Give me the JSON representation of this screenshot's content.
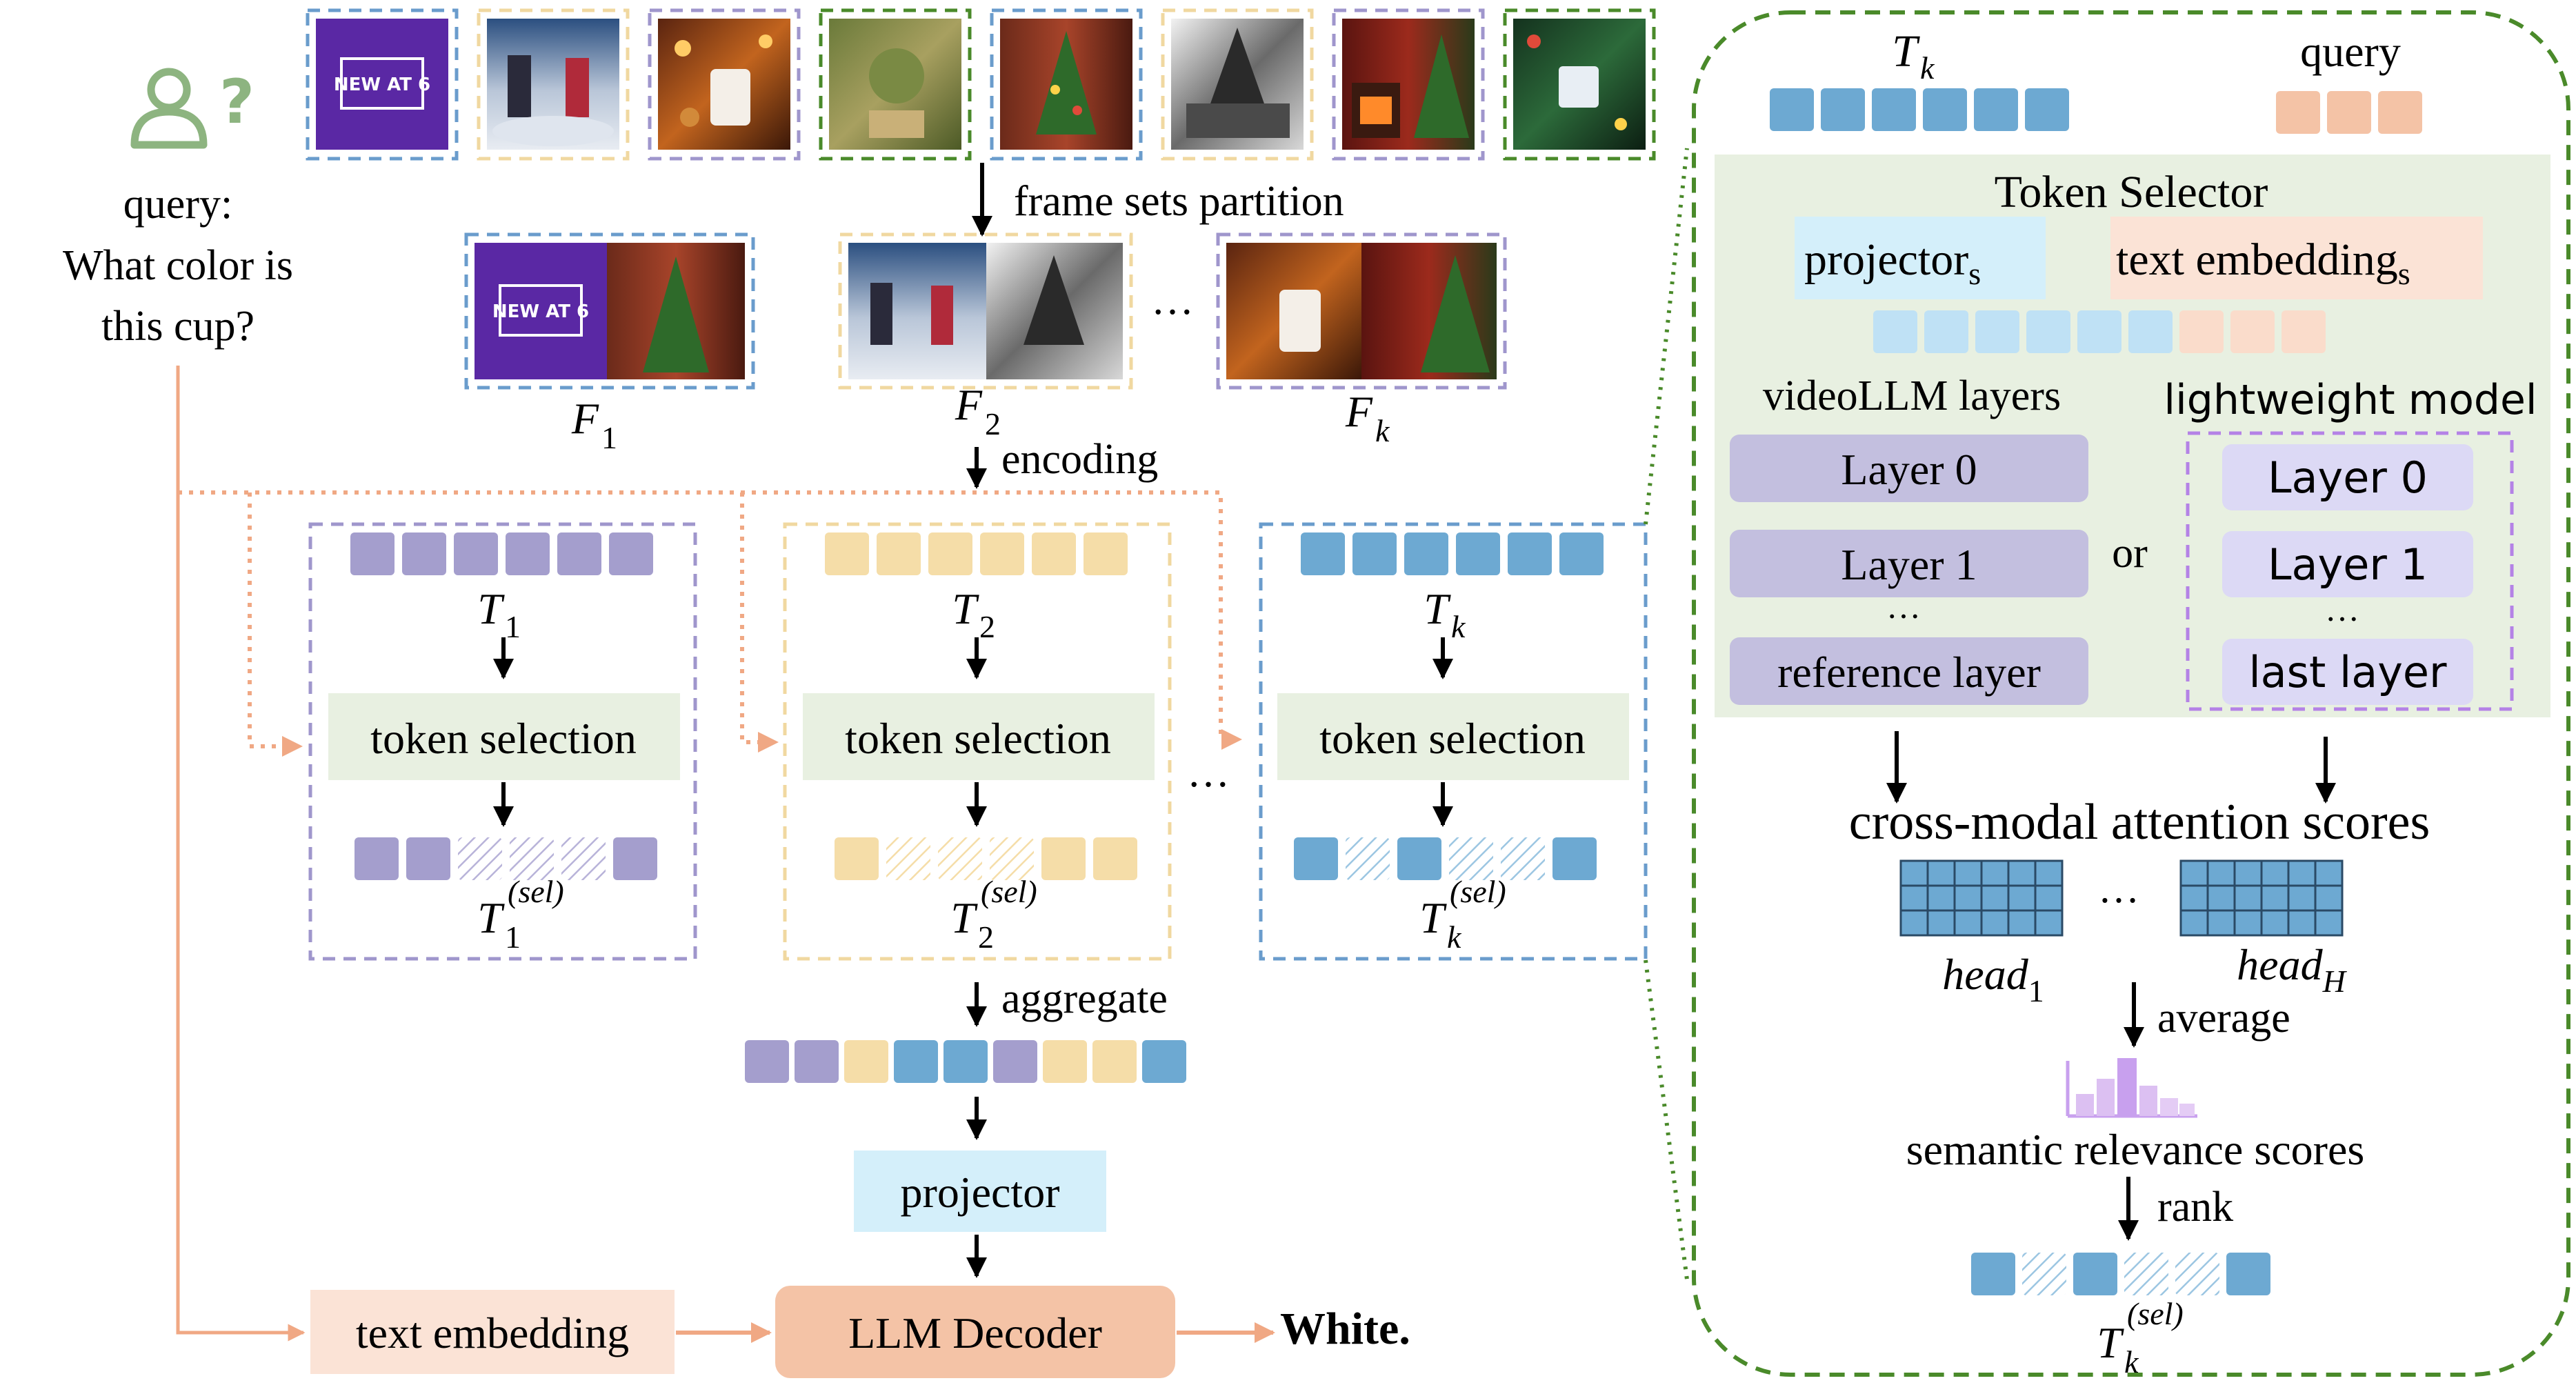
{
  "query": {
    "label": "query:",
    "line1": "What color is",
    "line2": "this cup?"
  },
  "frames": {
    "thumbs": [
      {
        "border": "#6a9ccc",
        "caption": "NEW AT 6"
      },
      {
        "border": "#f0d8a0"
      },
      {
        "border": "#9f96cc"
      },
      {
        "border": "#4a8a2a"
      },
      {
        "border": "#6a9ccc"
      },
      {
        "border": "#f0d8a0"
      },
      {
        "border": "#9f96cc"
      },
      {
        "border": "#4a8a2a"
      }
    ],
    "partition_label": "frame sets partition",
    "sets": [
      {
        "name": "F",
        "sub": "1",
        "border": "#6a9ccc"
      },
      {
        "name": "F",
        "sub": "2",
        "border": "#f0d8a0"
      },
      {
        "name": "F",
        "sub": "k",
        "border": "#9f96cc"
      }
    ],
    "ellipsis": "…"
  },
  "encoding_label": "encoding",
  "branches": [
    {
      "token_name": "T",
      "sub": "1",
      "sel_label": "T",
      "sel_sup": "(sel)",
      "sel_sub": "1",
      "box_title": "token selection",
      "color": "#a49ecd",
      "border": "#9f96cc"
    },
    {
      "token_name": "T",
      "sub": "2",
      "sel_label": "T",
      "sel_sup": "(sel)",
      "sel_sub": "2",
      "box_title": "token selection",
      "color": "#f5dda8",
      "border": "#f0d8a0"
    },
    {
      "token_name": "T",
      "sub": "k",
      "sel_label": "T",
      "sel_sup": "(sel)",
      "sel_sub": "k",
      "box_title": "token selection",
      "color": "#6da9d2",
      "border": "#6a9ccc"
    }
  ],
  "aggregate_label": "aggregate",
  "projector_label": "projector",
  "text_embedding_label": "text embedding",
  "llm_decoder_label": "LLM Decoder",
  "answer": "White.",
  "panel": {
    "tk_label": "T",
    "tk_sub": "k",
    "query_label": "query",
    "selector_title": "Token Selector",
    "projector": "projector",
    "projector_sub": "s",
    "text_embedding": "text embedding",
    "text_embedding_sub": "s",
    "videollm_title": "videoLLM layers",
    "videollm_layers": [
      "Layer 0",
      "Layer 1",
      "…",
      "reference layer"
    ],
    "or": "or",
    "lightweight_title": "lightweight model",
    "lightweight_layers": [
      "Layer 0",
      "Layer 1",
      "…",
      "last layer"
    ],
    "attention_title": "cross-modal attention scores",
    "head_first": "head",
    "head_first_sub": "1",
    "head_last": "head",
    "head_last_sub": "H",
    "heads_ellipsis": "…",
    "average": "average",
    "relevance": "semantic relevance scores",
    "rank": "rank",
    "sel_label": "T",
    "sel_sup": "(sel)",
    "sel_sub": "k"
  },
  "colors": {
    "blue": "#6da9d2",
    "yellow": "#f5dda8",
    "purple": "#a49ecd",
    "orange": "#f4c3a6",
    "green_bg": "#e8f0e1",
    "cyan_bg": "#d4effa",
    "peach_bg": "#fbe3d6",
    "decoder": "#f4c3a6",
    "line_orange": "#f0a884",
    "dashed_green": "#4a8a2a",
    "layer_purple": "#c3bfdf",
    "layer_lavender": "#dcd9f5",
    "lightweight_border": "#b482e6",
    "icon_green": "#8db480"
  }
}
